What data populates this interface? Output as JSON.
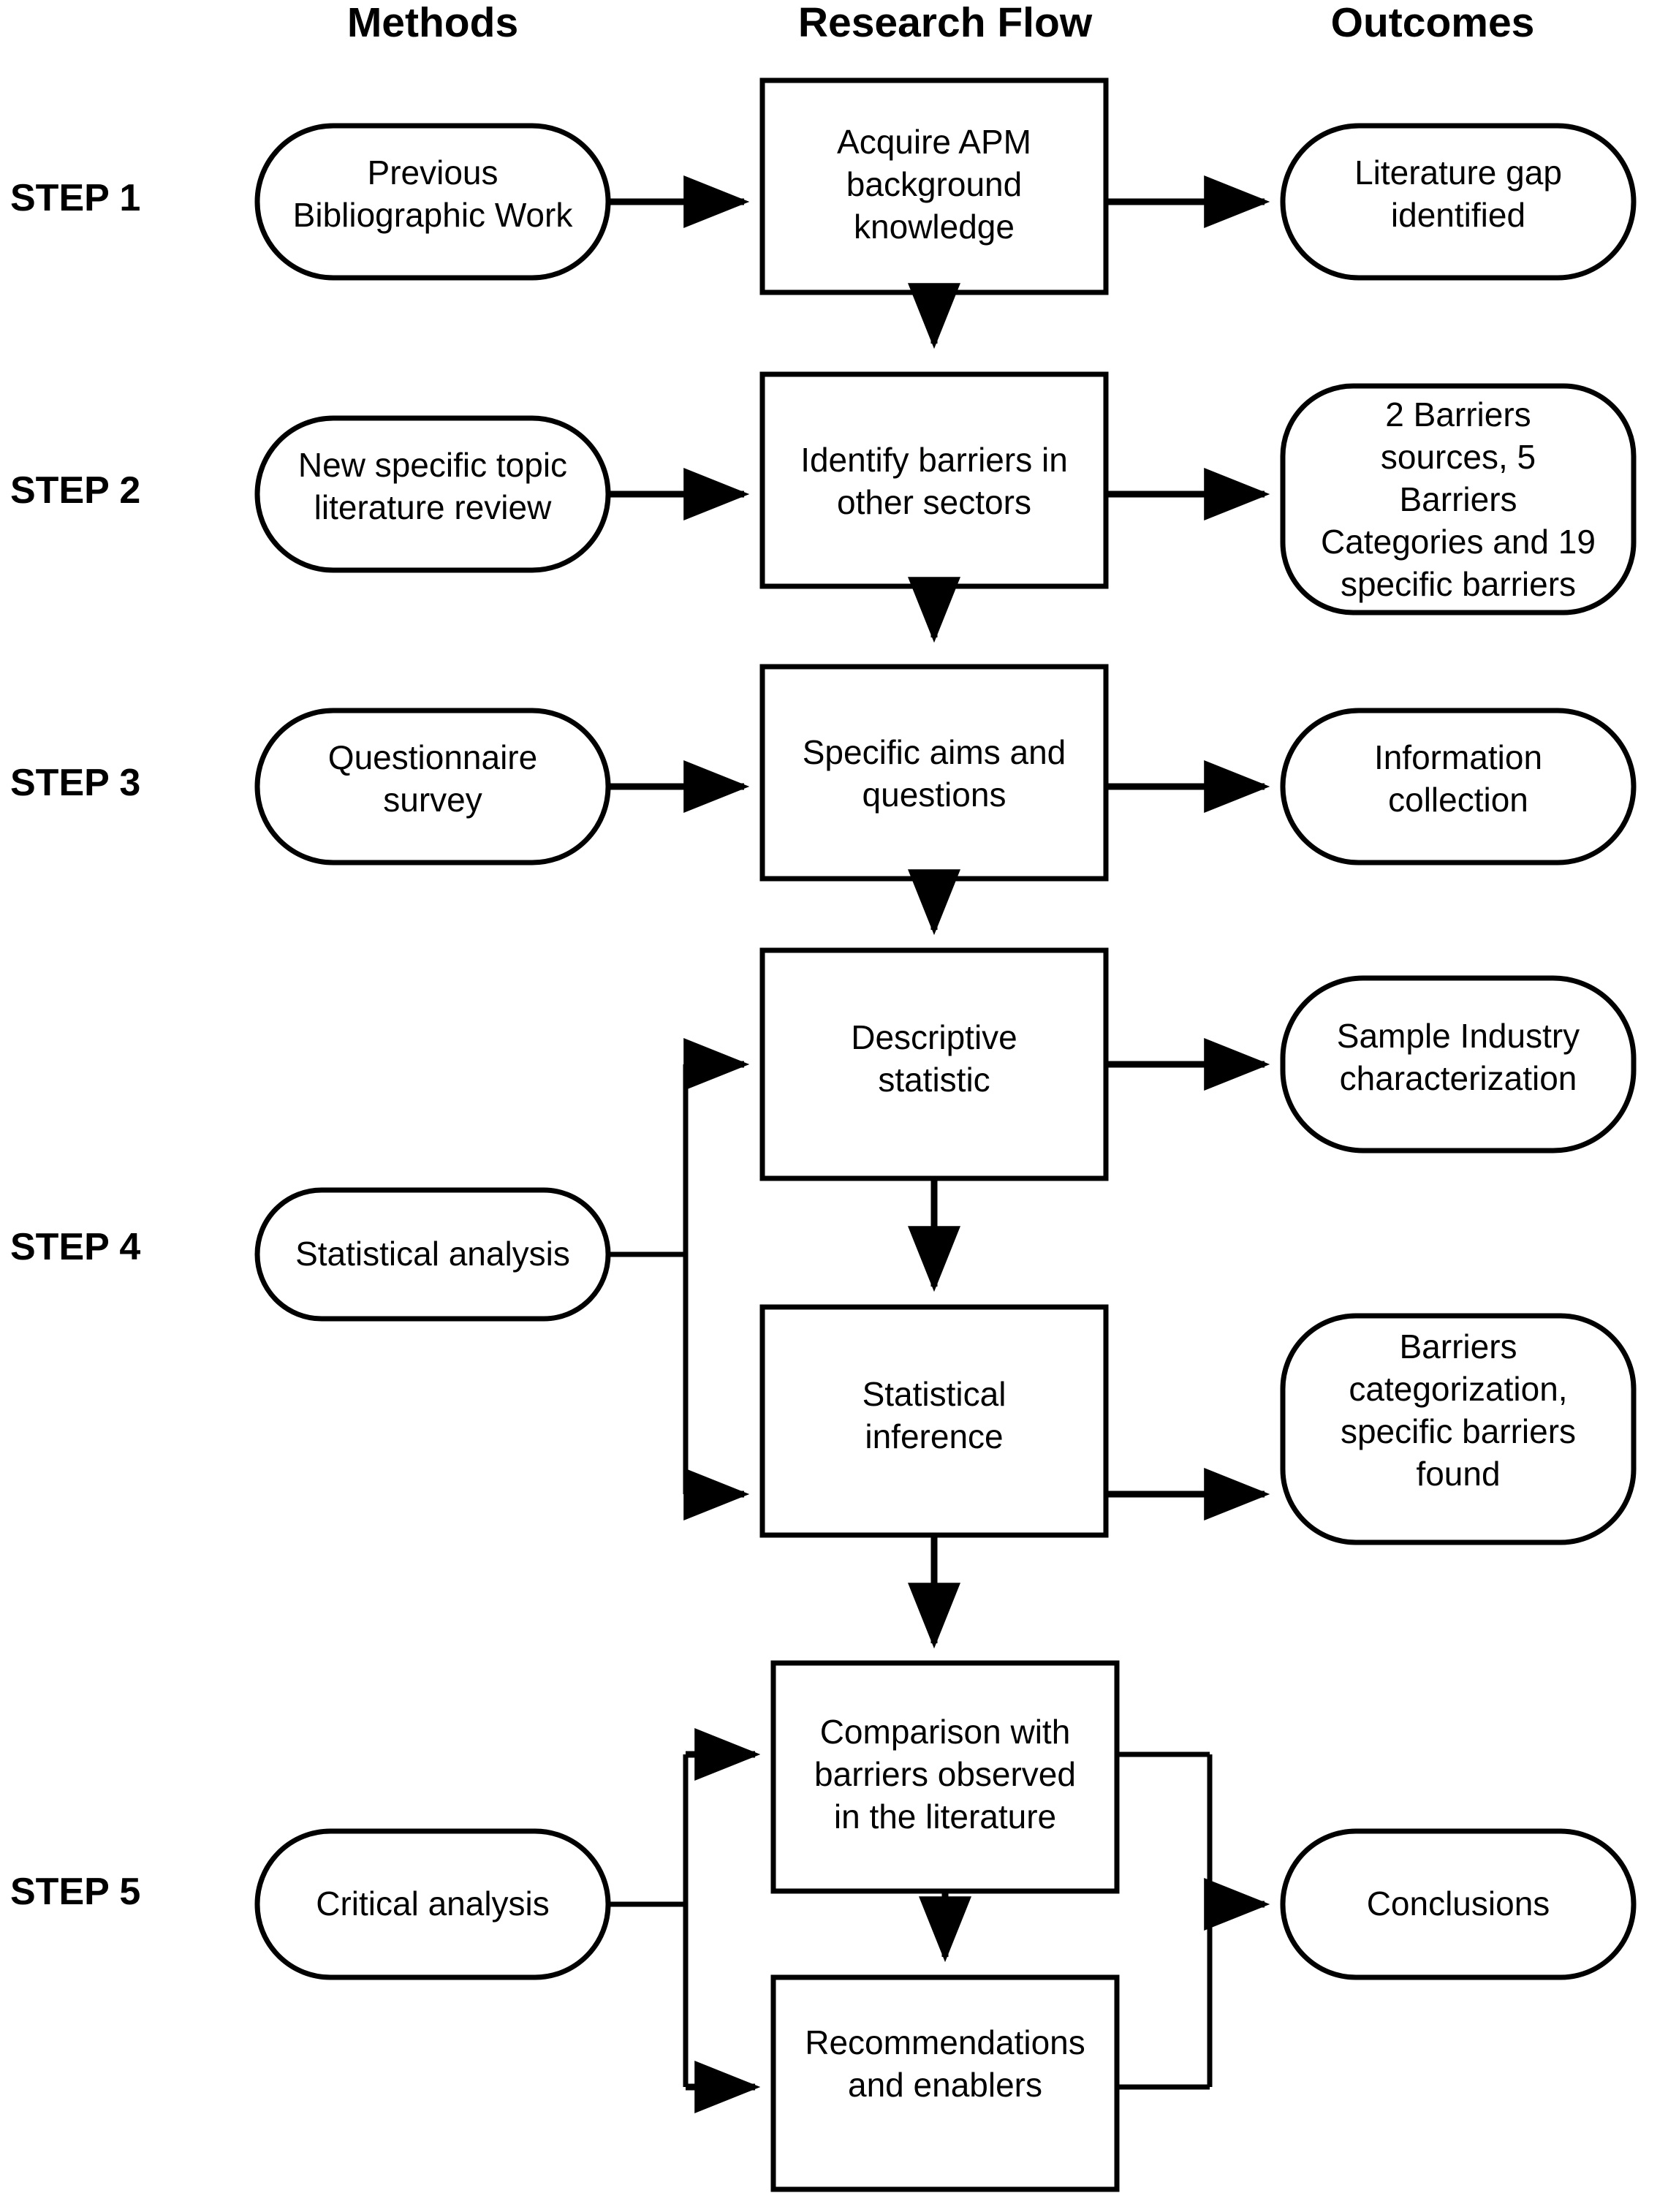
{
  "columns": {
    "methods": "Methods",
    "research_flow": "Research Flow",
    "outcomes": "Outcomes"
  },
  "steps": [
    {
      "label": "STEP 1",
      "method": "Previous\nBibliographic Work",
      "method_lines": [
        "Previous",
        "Bibliographic Work"
      ],
      "process_lines": [
        "Acquire APM",
        "background",
        "knowledge"
      ],
      "outcome_lines": [
        "Literature gap",
        "identified"
      ]
    },
    {
      "label": "STEP 2",
      "method_lines": [
        "New specific topic",
        "literature review"
      ],
      "process_lines": [
        "Identify barriers in",
        "other sectors"
      ],
      "outcome_lines": [
        "2 Barriers",
        "sources, 5",
        "Barriers",
        "Categories and 19",
        "specific barriers"
      ]
    },
    {
      "label": "STEP 3",
      "method_lines": [
        "Questionnaire",
        "survey"
      ],
      "process_lines": [
        "Specific aims and",
        "questions"
      ],
      "outcome_lines": [
        "Information",
        "collection"
      ]
    },
    {
      "label": "STEP 4",
      "method_lines": [
        "Statistical analysis"
      ],
      "process_a_lines": [
        "Descriptive",
        "statistic"
      ],
      "outcome_a_lines": [
        "Sample Industry",
        "characterization"
      ],
      "process_b_lines": [
        "Statistical",
        "inference"
      ],
      "outcome_b_lines": [
        "Barriers",
        "categorization,",
        "specific barriers",
        "found"
      ]
    },
    {
      "label": "STEP 5",
      "method_lines": [
        "Critical analysis"
      ],
      "process_a_lines": [
        "Comparison with",
        "barriers observed",
        "in the literature"
      ],
      "process_b_lines": [
        "Recommendations",
        "and enablers"
      ],
      "outcome_lines": [
        "Conclusions"
      ]
    }
  ],
  "colors": {
    "stroke": "#000000",
    "fill": "#ffffff",
    "text": "#000000"
  }
}
